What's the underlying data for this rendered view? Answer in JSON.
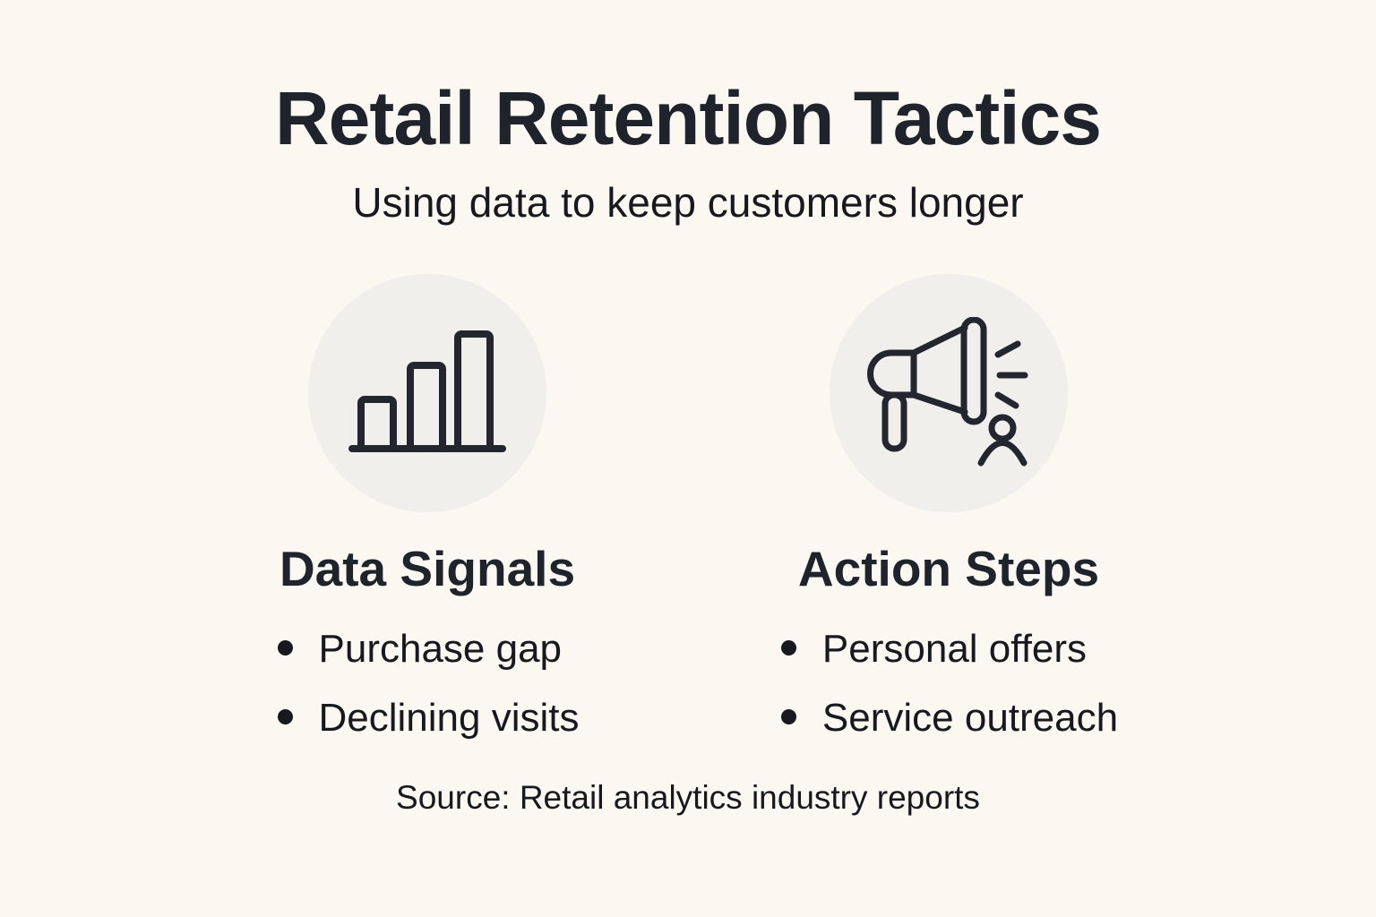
{
  "page": {
    "title": "Retail Retention Tactics",
    "subtitle": "Using data to keep customers longer",
    "source": "Source: Retail analytics industry reports"
  },
  "columns": [
    {
      "icon": "bar-chart-icon",
      "heading": "Data Signals",
      "bullets": [
        "Purchase gap",
        "Declining visits"
      ]
    },
    {
      "icon": "megaphone-icon",
      "heading": "Action Steps",
      "bullets": [
        "Personal offers",
        "Service outreach"
      ]
    }
  ],
  "colors": {
    "background": "#faf8f1",
    "circle": "#f0efeb",
    "heading_text": "#1f232b",
    "body_text": "#17191f",
    "icon_stroke": "#23262e"
  }
}
